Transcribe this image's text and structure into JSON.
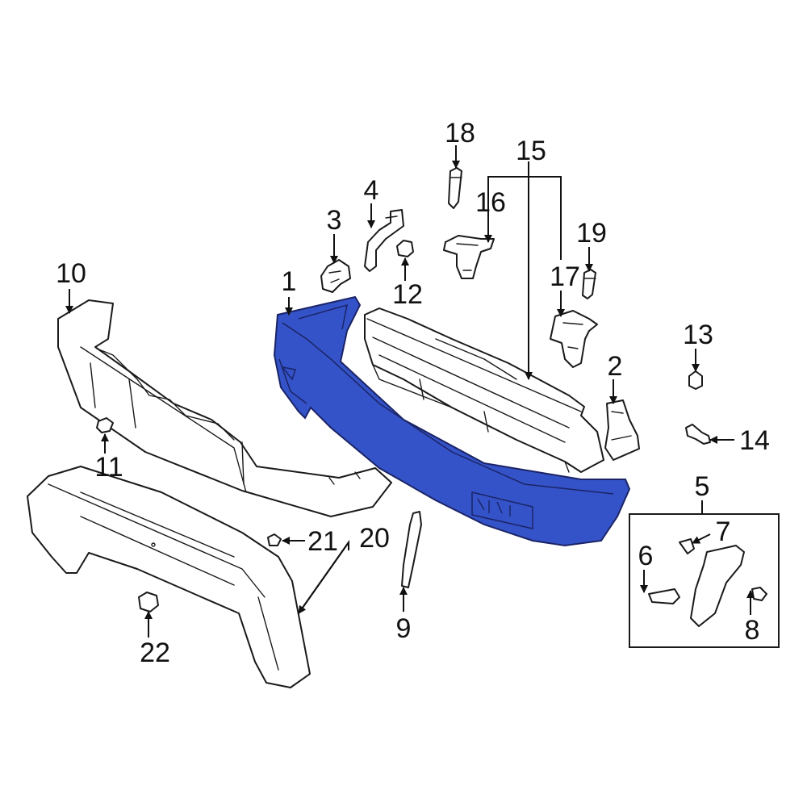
{
  "colors": {
    "highlight": "#3553c8",
    "highlight_stroke": "#1a2466",
    "line": "#1a1a1a",
    "background": "#ffffff"
  },
  "callouts": {
    "c1": "1",
    "c2": "2",
    "c3": "3",
    "c4": "4",
    "c5": "5",
    "c6": "6",
    "c7": "7",
    "c8": "8",
    "c9": "9",
    "c10": "10",
    "c11": "11",
    "c12": "12",
    "c13": "13",
    "c14": "14",
    "c15": "15",
    "c16": "16",
    "c17": "17",
    "c18": "18",
    "c19": "19",
    "c20": "20",
    "c21": "21",
    "c22": "22"
  },
  "highlighted_part": "1"
}
